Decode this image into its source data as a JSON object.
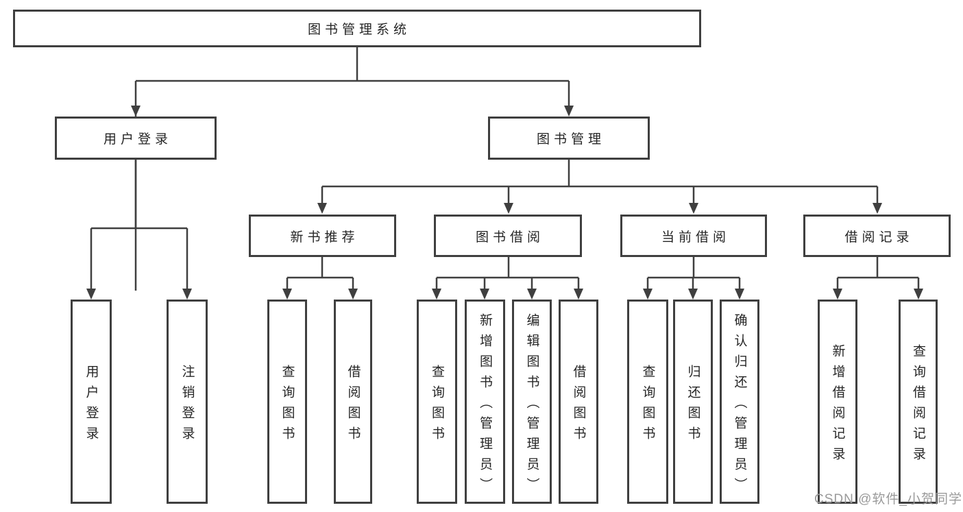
{
  "diagram": {
    "type": "tree",
    "line_color": "#3f3f3f",
    "text_color": "#262626",
    "background": "#ffffff",
    "watermark": {
      "text": "CSDN @软件_小贺同学",
      "color": "#9a9a9a"
    }
  },
  "tree": {
    "root": {
      "label": "图书管理系统"
    },
    "level2": [
      {
        "label": "用户登录",
        "parent": "图书管理系统"
      },
      {
        "label": "图书管理",
        "parent": "图书管理系统"
      }
    ],
    "level3": [
      {
        "label": "新书推荐",
        "parent": "图书管理"
      },
      {
        "label": "图书借阅",
        "parent": "图书管理"
      },
      {
        "label": "当前借阅",
        "parent": "图书管理"
      },
      {
        "label": "借阅记录",
        "parent": "图书管理"
      }
    ],
    "leaves": [
      {
        "label": "用户登录",
        "parent": "用户登录"
      },
      {
        "label": "注销登录",
        "parent": "用户登录"
      },
      {
        "label": "查询图书",
        "parent": "新书推荐"
      },
      {
        "label": "借阅图书",
        "parent": "新书推荐"
      },
      {
        "label": "查询图书",
        "parent": "图书借阅"
      },
      {
        "label": "新增图书（管理员）",
        "parent": "图书借阅"
      },
      {
        "label": "编辑图书（管理员）",
        "parent": "图书借阅"
      },
      {
        "label": "借阅图书",
        "parent": "图书借阅"
      },
      {
        "label": "查询图书",
        "parent": "当前借阅"
      },
      {
        "label": "归还图书",
        "parent": "当前借阅"
      },
      {
        "label": "确认归还（管理员）",
        "parent": "当前借阅"
      },
      {
        "label": "新增借阅记录",
        "parent": "借阅记录"
      },
      {
        "label": "查询借阅记录",
        "parent": "借阅记录"
      }
    ]
  }
}
